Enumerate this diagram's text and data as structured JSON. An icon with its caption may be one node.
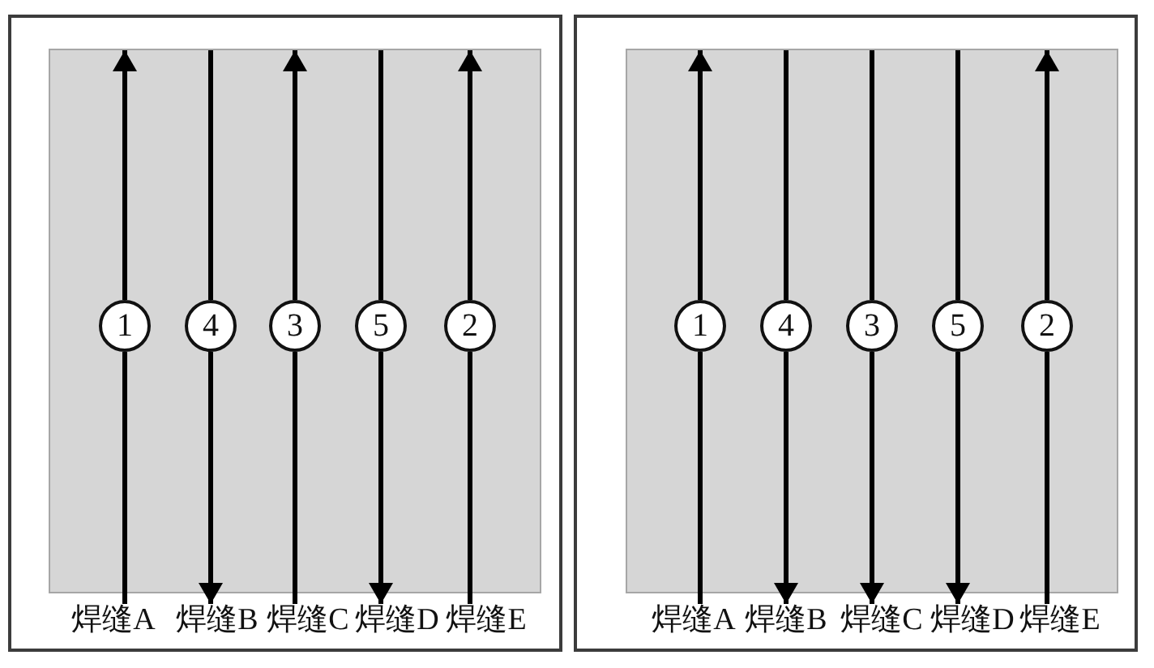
{
  "diagram": {
    "nodes": [
      {
        "text": [],
        "shape": "box"
      },
      {
        "text": [],
        "shape": "box",
        "in": 0
      },
      {
        "text": [
          "1"
        ],
        "in": 1
      },
      {
        "text": [
          "4"
        ],
        "in": 1
      },
      {
        "text": [
          "3"
        ],
        "in": 1
      },
      {
        "text": [
          "5"
        ],
        "in": 1
      },
      {
        "text": [
          "2"
        ],
        "in": 1
      },
      {
        "text": [
          "焊缝A"
        ],
        "in": 0
      },
      {
        "text": [
          "焊缝B"
        ],
        "in": 0
      },
      {
        "text": [
          "焊缝C"
        ],
        "in": 0
      },
      {
        "text": [
          "焊缝D"
        ],
        "in": 0
      },
      {
        "text": [
          "焊缝E"
        ],
        "in": 0
      },
      {
        "text": [],
        "shape": "box"
      },
      {
        "text": [],
        "shape": "box",
        "in": 12
      },
      {
        "text": [
          "1"
        ],
        "in": 13
      },
      {
        "text": [
          "4"
        ],
        "in": 13
      },
      {
        "text": [
          "3"
        ],
        "in": 13
      },
      {
        "text": [
          "5"
        ],
        "in": 13
      },
      {
        "text": [
          "2"
        ],
        "in": 13
      },
      {
        "text": [
          "焊缝A"
        ],
        "in": 12
      },
      {
        "text": [
          "焊缝B"
        ],
        "in": 12
      },
      {
        "text": [
          "焊缝C"
        ],
        "in": 12
      },
      {
        "text": [
          "焊缝D"
        ],
        "in": 12
      },
      {
        "text": [
          "焊缝E"
        ],
        "in": 12
      }
    ],
    "edges": [
      {
        "from": 7,
        "to": 2,
        "arrow": "none"
      },
      {
        "from": 2,
        "to": null,
        "arrow": "to"
      },
      {
        "from": null,
        "to": 3,
        "arrow": "none"
      },
      {
        "from": 3,
        "to": 8,
        "arrow": "to"
      },
      {
        "from": 9,
        "to": 4,
        "arrow": "none"
      },
      {
        "from": 4,
        "to": null,
        "arrow": "to"
      },
      {
        "from": null,
        "to": 5,
        "arrow": "none"
      },
      {
        "from": 5,
        "to": 10,
        "arrow": "to"
      },
      {
        "from": 11,
        "to": 6,
        "arrow": "none"
      },
      {
        "from": 6,
        "to": null,
        "arrow": "to"
      },
      {
        "from": 19,
        "to": 14,
        "arrow": "none"
      },
      {
        "from": 14,
        "to": null,
        "arrow": "to"
      },
      {
        "from": null,
        "to": 15,
        "arrow": "none"
      },
      {
        "from": 15,
        "to": 20,
        "arrow": "to"
      },
      {
        "from": null,
        "to": 16,
        "arrow": "none"
      },
      {
        "from": 16,
        "to": 21,
        "arrow": "to"
      },
      {
        "from": null,
        "to": 17,
        "arrow": "none"
      },
      {
        "from": 17,
        "to": 22,
        "arrow": "to"
      },
      {
        "from": 23,
        "to": 18,
        "arrow": "none"
      },
      {
        "from": 18,
        "to": null,
        "arrow": "to"
      }
    ]
  }
}
